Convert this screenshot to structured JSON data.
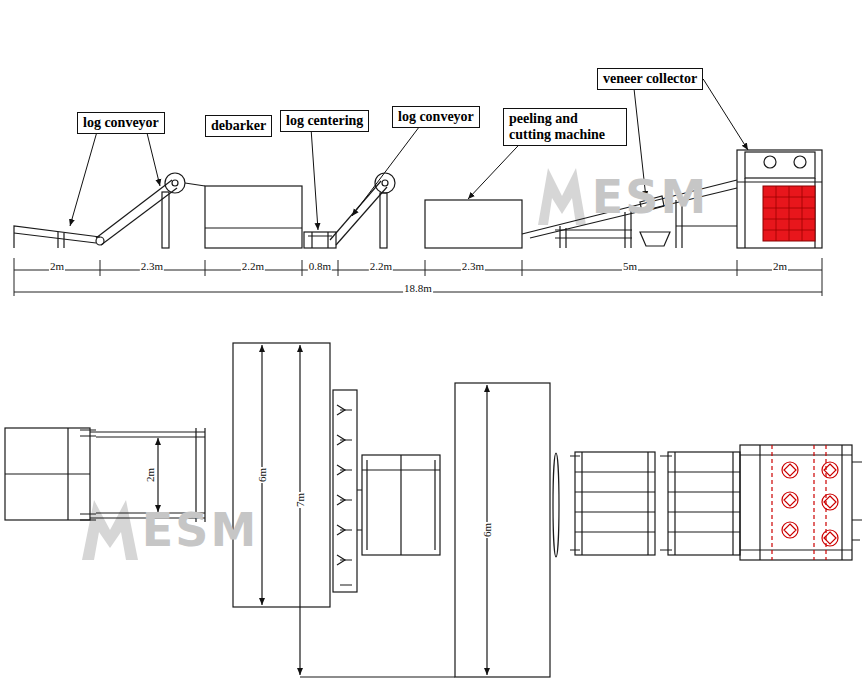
{
  "diagram": {
    "nodes": [
      {
        "text": [
          "log conveyor"
        ]
      },
      {
        "text": [
          "debarker"
        ]
      },
      {
        "text": [
          "log centering"
        ]
      },
      {
        "text": [
          "log conveyor"
        ]
      },
      {
        "text": [
          "peeling and cutting machine"
        ]
      },
      {
        "text": [
          "veneer collector"
        ]
      }
    ],
    "labels": [
      "2m",
      "2.3m",
      "2.2m",
      "0.8m",
      "2.2m",
      "2.3m",
      "5m",
      "2m",
      "18.8m",
      "2m",
      "6m",
      "7m",
      "6m",
      "ESM",
      "ESM"
    ]
  }
}
